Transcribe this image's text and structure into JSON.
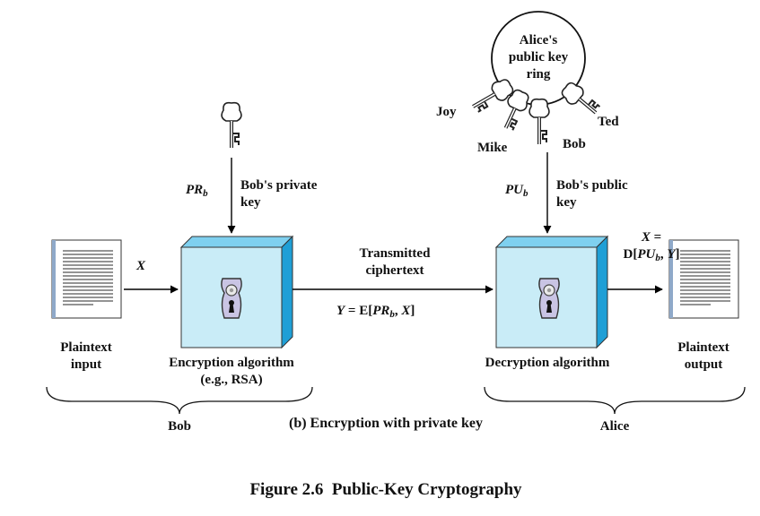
{
  "labels": {
    "alice_ring": [
      "Alice's",
      "public key",
      "ring"
    ],
    "ring_keys": {
      "joy": "Joy",
      "mike": "Mike",
      "bob": "Bob",
      "ted": "Ted"
    },
    "pr_b": {
      "main": "PR",
      "sub": "b"
    },
    "pu_b": {
      "main": "PU",
      "sub": "b"
    },
    "bobs_private_key": [
      "Bob's private",
      "key"
    ],
    "bobs_public_key": [
      "Bob's public",
      "key"
    ],
    "input_var": "X",
    "transmitted": [
      "Transmitted",
      "ciphertext"
    ],
    "cipher_expr": {
      "lhs": "Y",
      "eq": " = E[",
      "arg_main": "PR",
      "arg_sub": "b",
      "sep": ", ",
      "arg2": "X",
      "close": "]"
    },
    "output_expr": {
      "lhs": "X",
      "eq_line1": " =",
      "line2_pre": "D[",
      "arg_main": "PU",
      "arg_sub": "b",
      "sep": ", ",
      "arg2": "Y",
      "close": "]"
    },
    "plaintext_input": [
      "Plaintext",
      "input"
    ],
    "plaintext_output": [
      "Plaintext",
      "output"
    ],
    "encryption_algorithm": [
      "Encryption algorithm",
      "(e.g., RSA)"
    ],
    "decryption_algorithm": "Decryption algorithm",
    "group_bob": "Bob",
    "group_alice": "Alice",
    "subcaption": "(b) Encryption with private key",
    "figure_caption": "Figure 2.6  Public-Key Cryptography"
  },
  "colors": {
    "box_face": "#c9ecf7",
    "box_side": "#1f9fd6",
    "box_top": "#7fd0ef",
    "lock_plate": "#c9c4e4",
    "document_lines": "#555555"
  }
}
